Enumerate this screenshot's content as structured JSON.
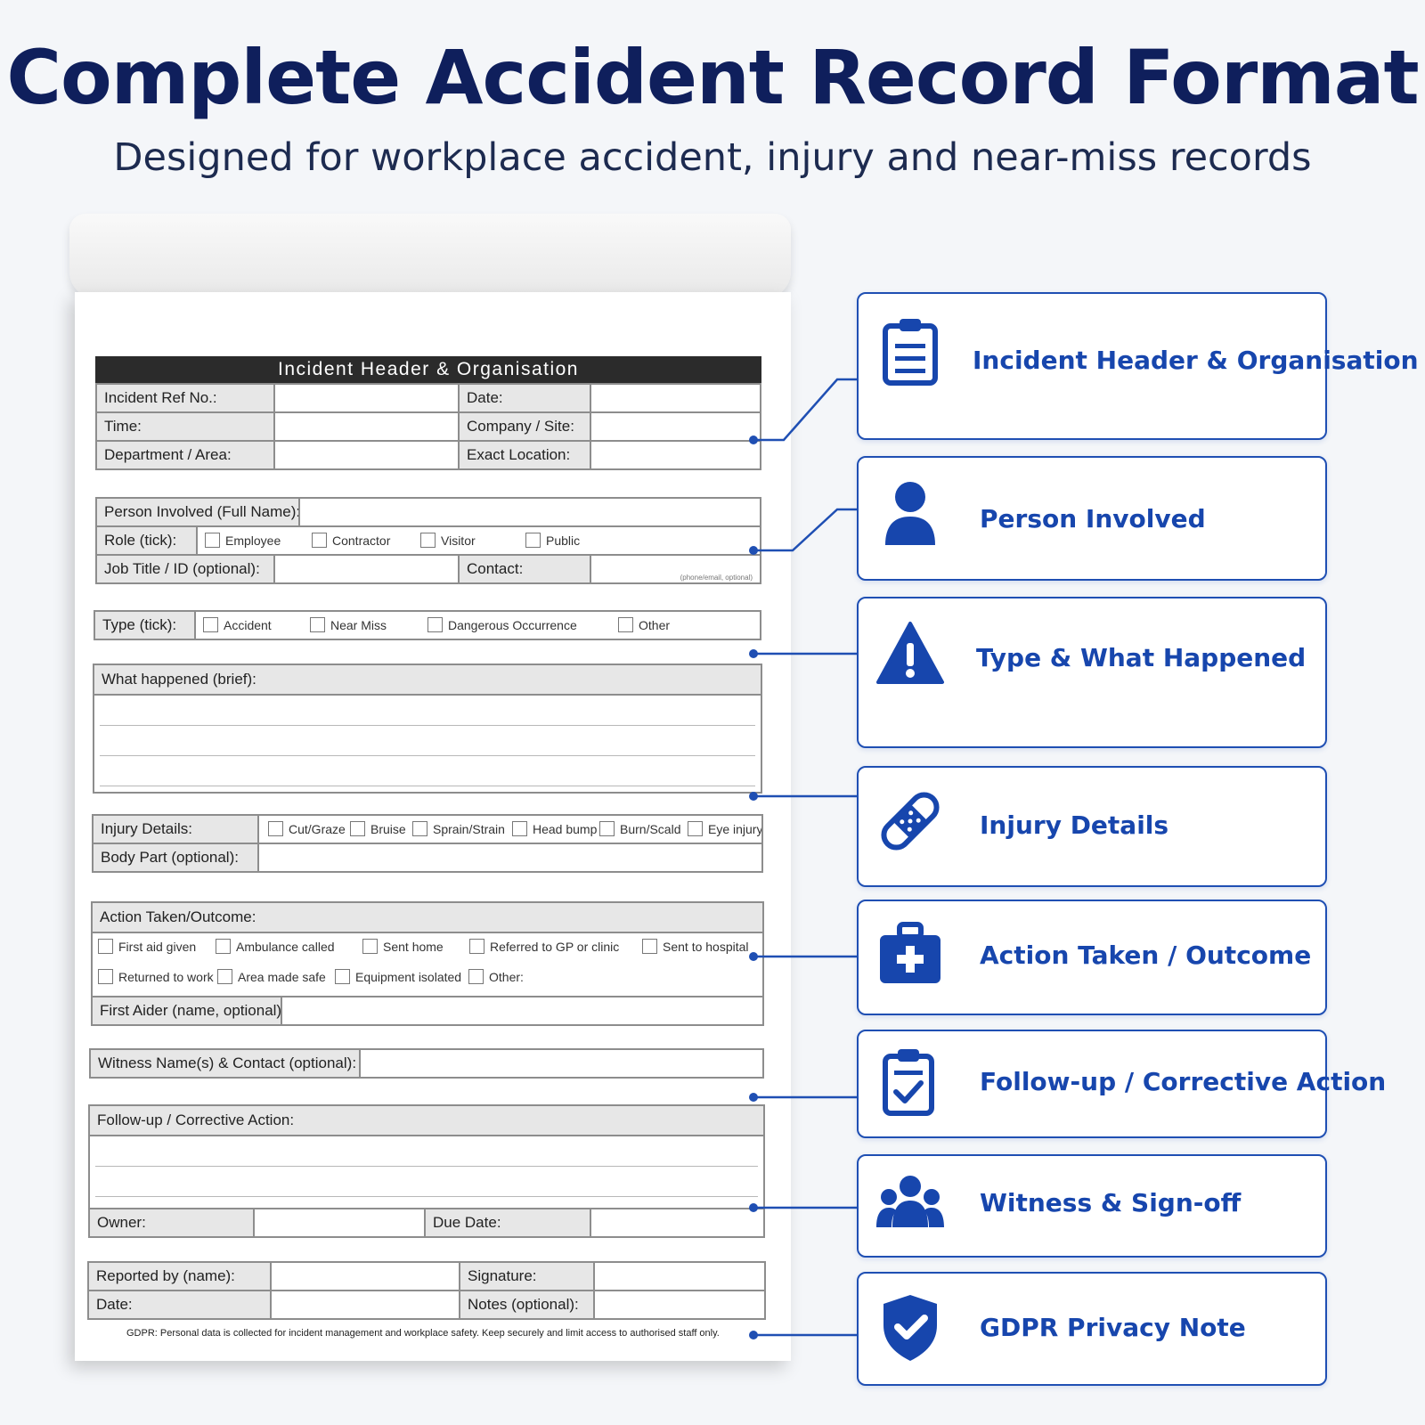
{
  "title": "Complete Accident Record Format",
  "subtitle": "Designed for workplace accident, injury and near-miss records",
  "form": {
    "header_band": "Incident Header & Organisation",
    "header": {
      "ref_label": "Incident Ref No.:",
      "date_label": "Date:",
      "time_label": "Time:",
      "company_label": "Company / Site:",
      "dept_label": "Department / Area:",
      "location_label": "Exact Location:"
    },
    "person": {
      "name_label": "Person Involved (Full Name):",
      "role_label": "Role (tick):",
      "roles": [
        "Employee",
        "Contractor",
        "Visitor",
        "Public"
      ],
      "job_label": "Job Title / ID (optional):",
      "contact_label": "Contact:",
      "contact_hint": "(phone/email, optional)"
    },
    "type": {
      "label": "Type (tick):",
      "options": [
        "Accident",
        "Near Miss",
        "Dangerous Occurrence",
        "Other"
      ]
    },
    "what_happened_label": "What happened (brief):",
    "injury": {
      "label": "Injury Details:",
      "options": [
        "Cut/Graze",
        "Bruise",
        "Sprain/Strain",
        "Head bump",
        "Burn/Scald",
        "Eye injury"
      ],
      "body_part_label": "Body Part (optional):"
    },
    "action": {
      "label": "Action Taken/Outcome:",
      "row1": [
        "First aid given",
        "Ambulance called",
        "Sent home",
        "Referred to GP or clinic",
        "Sent to hospital"
      ],
      "row2": [
        "Returned to work",
        "Area made safe",
        "Equipment isolated",
        "Other:"
      ],
      "first_aider_label": "First Aider (name, optional):"
    },
    "witness_label": "Witness Name(s) & Contact (optional):",
    "followup": {
      "label": "Follow-up / Corrective Action:",
      "owner_label": "Owner:",
      "due_label": "Due Date:"
    },
    "signoff": {
      "reported_label": "Reported by (name):",
      "signature_label": "Signature:",
      "date_label": "Date:",
      "notes_label": "Notes (optional):"
    },
    "gdpr_note": "GDPR: Personal data is collected for incident management and workplace safety. Keep securely and limit access to authorised staff only."
  },
  "cards": [
    {
      "label": "Incident Header & Organisation",
      "icon": "clipboard-icon"
    },
    {
      "label": "Person Involved",
      "icon": "person-icon"
    },
    {
      "label": "Type & What Happened",
      "icon": "warning-icon"
    },
    {
      "label": "Injury Details",
      "icon": "bandage-icon"
    },
    {
      "label": "Action Taken / Outcome",
      "icon": "first-aid-kit-icon"
    },
    {
      "label": "Follow-up / Corrective Action",
      "icon": "clipboard-check-icon"
    },
    {
      "label": "Witness & Sign-off",
      "icon": "group-icon"
    },
    {
      "label": "GDPR Privacy Note",
      "icon": "shield-check-icon"
    }
  ],
  "colors": {
    "accent": "#1746ad",
    "title": "#0f1f5c",
    "band": "#2b2b2b",
    "label_fill": "#e7e7e7"
  }
}
